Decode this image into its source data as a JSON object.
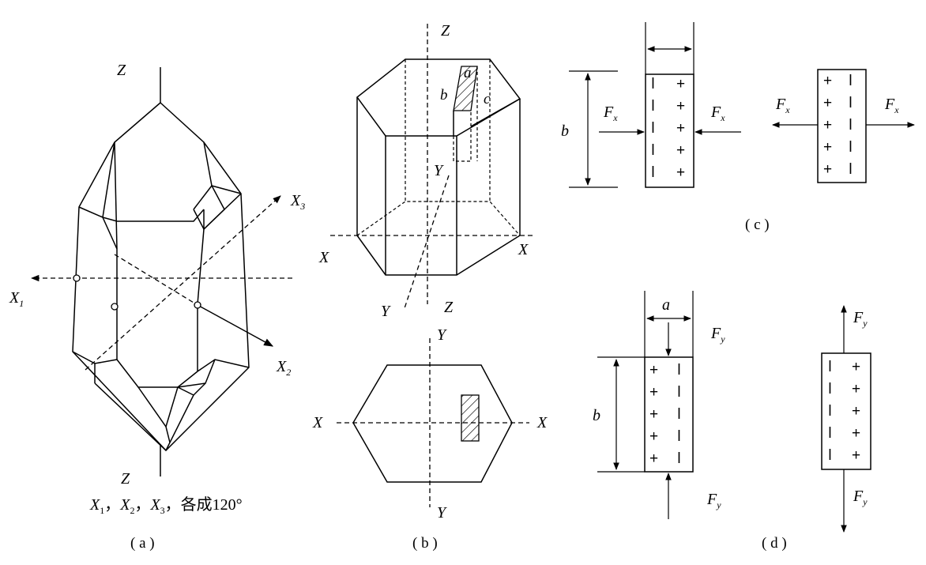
{
  "axes": {
    "z": "Z",
    "x1": "X",
    "x1_sub": "1",
    "x2": "X",
    "x2_sub": "2",
    "x3": "X",
    "x3_sub": "3",
    "x": "X",
    "y": "Y"
  },
  "caption_a": {
    "t1": "X",
    "s1": "1",
    "sep1": "，",
    "t2": "X",
    "s2": "2",
    "sep2": "，",
    "t3": "X",
    "s3": "3",
    "rest": "，各成120°"
  },
  "labels": {
    "a": "a",
    "b": "b",
    "c": "c",
    "fx": "F",
    "fx_sub": "x",
    "fy": "F",
    "fy_sub": "y",
    "plus": "+",
    "minus": "ǀ"
  },
  "panels": {
    "a": "( a )",
    "b": "( b )",
    "c": "( c )",
    "d": "( d )"
  }
}
